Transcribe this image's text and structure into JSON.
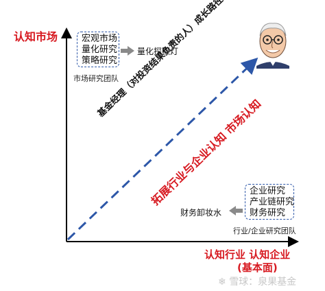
{
  "axes": {
    "y_label": "认知市场",
    "x_label_line1": "认知行业  认知企业",
    "x_label_line2": "(基本面)"
  },
  "market_box": {
    "items": [
      "宏观市场",
      "量化研究",
      "策略研究"
    ],
    "arrow_target": "量化探照灯",
    "caption": "市场研究团队"
  },
  "industry_box": {
    "items": [
      "企业研究",
      "产业链研究",
      "财务研究"
    ],
    "arrow_target": "财务卸妆水",
    "caption": "行业/企业研究团队"
  },
  "diagonal": {
    "line1": "基金经理（对投资结果负责的人）成长路径",
    "line2": "拓展行业与企业认知  市场认知"
  },
  "watermark": "雪球：泉果基金",
  "colors": {
    "axis": "#000000",
    "dashed": "#2d57a8",
    "accent_red": "#d71920",
    "arrow": "#8a8a8a"
  }
}
